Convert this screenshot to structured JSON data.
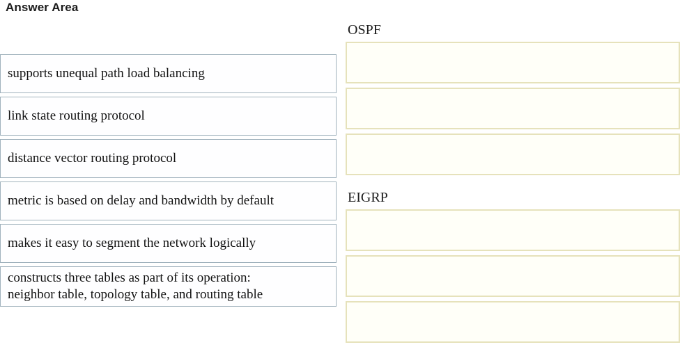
{
  "page": {
    "title": "Answer Area",
    "background_color": "#ffffff"
  },
  "colors": {
    "option_border": "#9fb1bc",
    "option_fill": "#fefeff",
    "dropzone_border": "#e6e2bb",
    "dropzone_fill": "#fffff8",
    "text": "#121212"
  },
  "options": {
    "items": [
      {
        "id": "opt-1",
        "label": "supports unequal path load balancing",
        "lines": 1
      },
      {
        "id": "opt-2",
        "label": "link state routing protocol",
        "lines": 1
      },
      {
        "id": "opt-3",
        "label": "distance vector routing protocol",
        "lines": 1
      },
      {
        "id": "opt-4",
        "label": "metric is based on delay and bandwidth by default",
        "lines": 1
      },
      {
        "id": "opt-5",
        "label": "makes it easy to segment the network logically",
        "lines": 1
      },
      {
        "id": "opt-6",
        "label": "constructs three tables as part of its operation:",
        "label_line2": "neighbor table, topology table, and routing table",
        "lines": 2
      }
    ]
  },
  "targets": {
    "groups": [
      {
        "id": "ospf",
        "label": "OSPF",
        "slots": [
          {
            "id": "ospf-slot-1",
            "value": ""
          },
          {
            "id": "ospf-slot-2",
            "value": ""
          },
          {
            "id": "ospf-slot-3",
            "value": ""
          }
        ]
      },
      {
        "id": "eigrp",
        "label": "EIGRP",
        "slots": [
          {
            "id": "eigrp-slot-1",
            "value": ""
          },
          {
            "id": "eigrp-slot-2",
            "value": ""
          },
          {
            "id": "eigrp-slot-3",
            "value": ""
          }
        ]
      }
    ]
  }
}
